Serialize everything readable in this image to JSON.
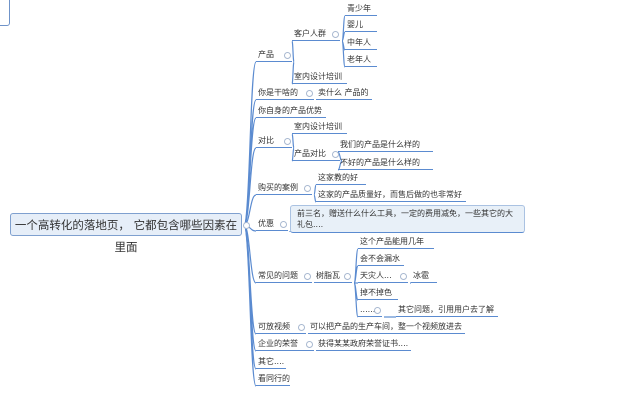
{
  "root": "一个高转化的落地页， 它都包含哪些因素在里面",
  "nodes": {
    "product": "产品",
    "customers": "客户人群",
    "teen": "青少年",
    "baby": "婴儿",
    "middle": "中年人",
    "elder": "老年人",
    "design_training_1": "室内设计培训",
    "what_do": "你是干啥的",
    "sell_what": "卖什么 产品的",
    "own_adv": "你自身的产品优势",
    "compare": "对比",
    "design_training_2": "室内设计培训",
    "product_compare": "产品对比",
    "ours": "我们的产品是什么样的",
    "bad": "不好的产品是什么样的",
    "cases": "购买的案例",
    "case1": "这家教的好",
    "case2": "这家的产品质量好，而售后做的也非常好",
    "discount": "优惠",
    "discount_note": "前三名，赠送什么什么工具，一定的费用减免，一些其它的大礼包....",
    "faq": "常见的问题",
    "resin_tile": "树脂瓦",
    "q1": "这个产品能用几年",
    "q2": "会不会漏水",
    "q3": "天灾人...",
    "hail": "冰雹",
    "q4": "掉不掉色",
    "q5": "......",
    "other_q": "其它问题，引用用户去了解",
    "video": "可放视频",
    "video_desc": "可以把产品的生产车间，整一个视频放进去",
    "honor": "企业的荣誉",
    "honor_desc": "获得某某政府荣誉证书....",
    "other": "其它....",
    "peers": "看同行的"
  },
  "colors": {
    "line": "#5b8bd0",
    "root_bg": "#e6eef8"
  }
}
